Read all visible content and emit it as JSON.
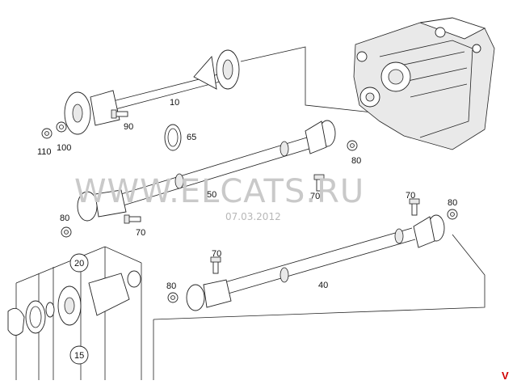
{
  "callouts": {
    "c10": "10",
    "c90": "90",
    "c100": "100",
    "c110": "110",
    "c65": "65",
    "c80a": "80",
    "c70a": "70",
    "c50": "50",
    "c80b": "80",
    "c70b": "70",
    "c70c": "70",
    "c80c": "80",
    "c20": "20",
    "c15": "15",
    "c70d": "70",
    "c80d": "80",
    "c40": "40"
  },
  "watermark": {
    "text": "WWW.ELCATS.RU",
    "date": "07.03.2012"
  },
  "corner_mark": "V"
}
